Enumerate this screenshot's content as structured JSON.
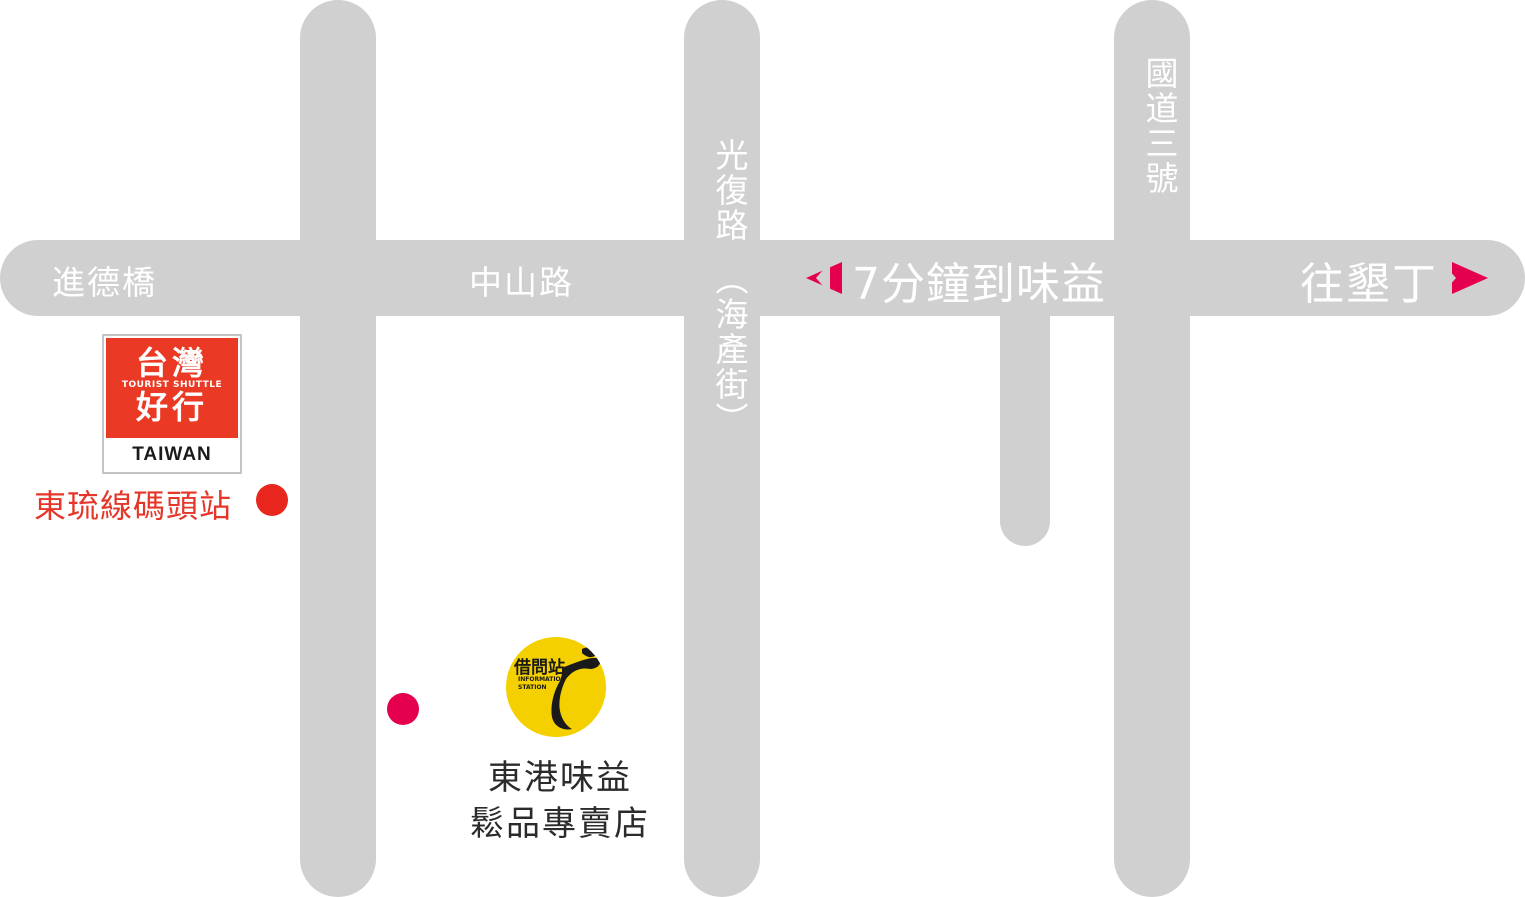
{
  "roads": {
    "main_horizontal": {
      "west_label": "進德橋",
      "middle_label": "中山路"
    },
    "guangfu": {
      "label": "光復路",
      "alt_label": "（海產街）"
    },
    "highway3": {
      "label": "國道三號"
    }
  },
  "direction": {
    "to_weiyi": "7分鐘到味益",
    "to_kenting": "往墾丁"
  },
  "shuttle_logo": {
    "line1": "台灣",
    "tagline": "TOURIST SHUTTLE",
    "line2": "好行",
    "country": "TAIWAN"
  },
  "station": {
    "name": "東琉線碼頭站"
  },
  "info_station": {
    "title": "借問站",
    "subtitle": "INFORMATION STATION"
  },
  "shop": {
    "name_line1": "東港味益",
    "name_line2": "鬆品專賣店"
  },
  "colors": {
    "road": "#d0d0d1",
    "accent_pink": "#e5004f",
    "station_red": "#e5362a",
    "info_yellow": "#f5d000"
  }
}
